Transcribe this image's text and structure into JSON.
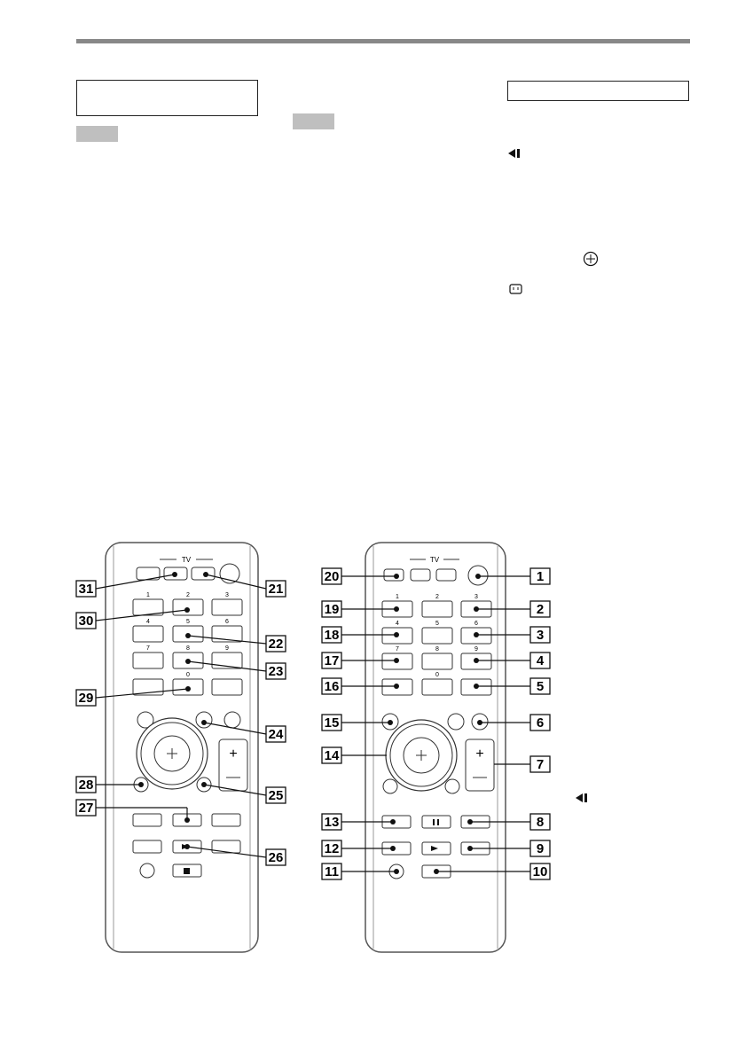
{
  "remote_tv_label": "TV",
  "keypad_digits": [
    "1",
    "2",
    "3",
    "4",
    "5",
    "6",
    "7",
    "8",
    "9",
    "0"
  ],
  "callouts_left": [
    "31",
    "30",
    "29",
    "28",
    "27",
    "21",
    "22",
    "23",
    "24",
    "25",
    "26"
  ],
  "callouts_right": [
    "20",
    "19",
    "18",
    "17",
    "16",
    "15",
    "14",
    "13",
    "12",
    "11",
    "1",
    "2",
    "3",
    "4",
    "5",
    "6",
    "7",
    "8",
    "9",
    "10"
  ],
  "icons": {
    "slow_reverse": "slow-reverse-icon",
    "audio_plus": "circled-plus-icon",
    "subtitle": "subtitle-icon"
  },
  "colors": {
    "callout_box": "#ffffff",
    "remote_outline": "#555555",
    "header_rule": "#888888",
    "tag_fill": "#bfbfbf"
  }
}
